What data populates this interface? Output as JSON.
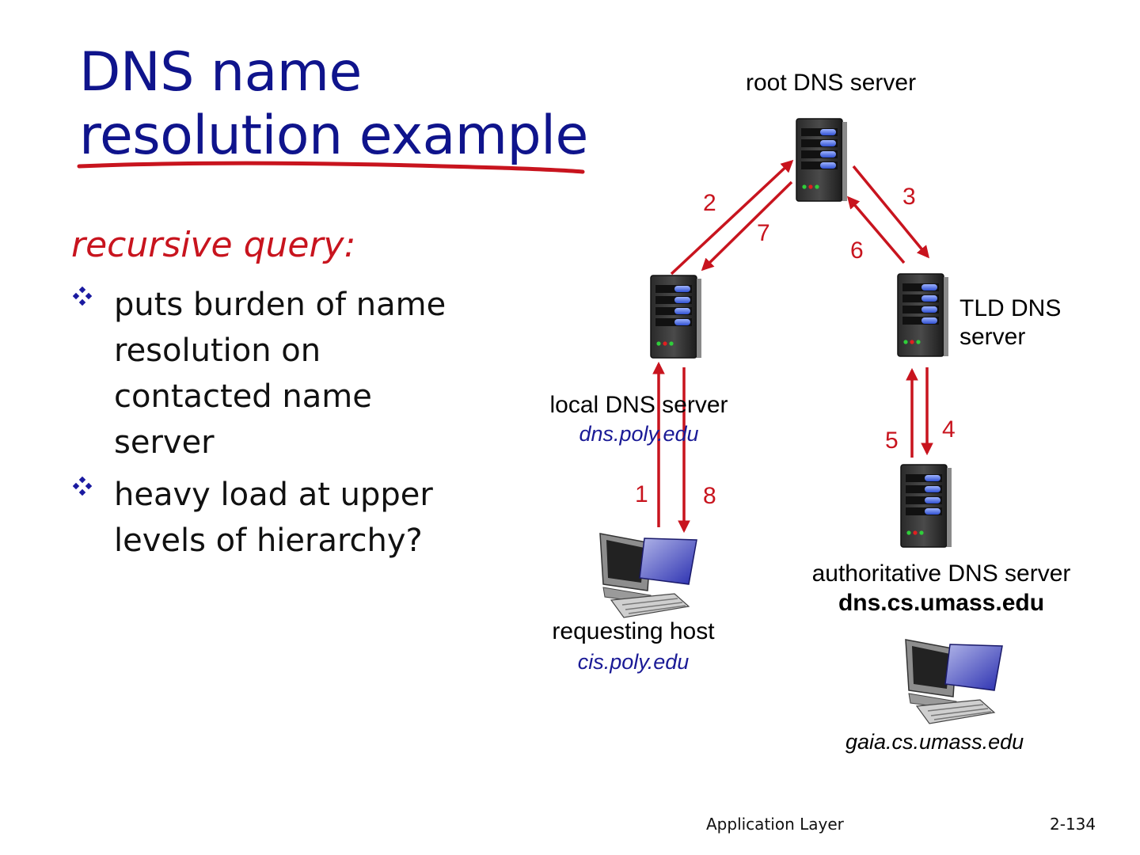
{
  "title": {
    "line1": "DNS name",
    "line2": "resolution example"
  },
  "subtitle": "recursive query:",
  "bullets": [
    "puts burden of name resolution on contacted name server",
    "heavy load at upper levels of hierarchy?"
  ],
  "diagram": {
    "root_label": "root DNS server",
    "tld_label_line1": "TLD DNS",
    "tld_label_line2": "server",
    "local_label": "local DNS server",
    "local_host": "dns.poly.edu",
    "auth_label": "authoritative DNS server",
    "auth_host": "dns.cs.umass.edu",
    "requester_label": "requesting host",
    "requester_host": "cis.poly.edu",
    "target_host": "gaia.cs.umass.edu",
    "steps": [
      "1",
      "2",
      "3",
      "4",
      "5",
      "6",
      "7",
      "8"
    ]
  },
  "footer": {
    "section": "Application Layer",
    "page": "2-134"
  },
  "colors": {
    "title": "#0f148c",
    "accent": "#c8141e",
    "host_italic": "#1a1a96"
  }
}
